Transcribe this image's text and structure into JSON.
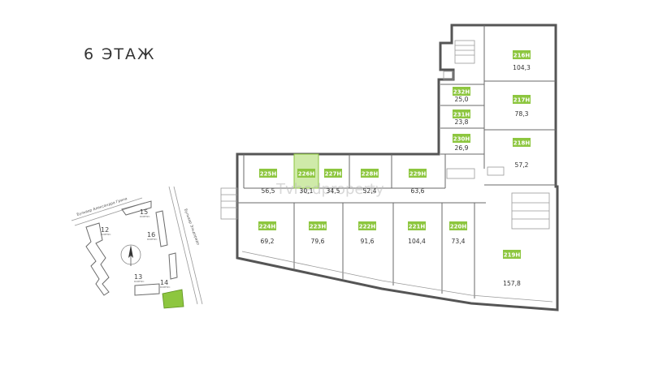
{
  "floor_title": "6 ЭТАЖ",
  "watermark": "Tvhedproperty",
  "colors": {
    "accent": "#8dc63f",
    "highlight": "#cfeaa9",
    "wall": "#555555"
  },
  "units": [
    {
      "id": "216Н",
      "area": "104,3"
    },
    {
      "id": "232Н",
      "area": "25,0"
    },
    {
      "id": "231Н",
      "area": "23,8"
    },
    {
      "id": "230Н",
      "area": "26,9"
    },
    {
      "id": "217Н",
      "area": "78,3"
    },
    {
      "id": "218Н",
      "area": "57,2"
    },
    {
      "id": "225Н",
      "area": "56,5"
    },
    {
      "id": "226Н",
      "area": "30,1"
    },
    {
      "id": "227Н",
      "area": "34,5"
    },
    {
      "id": "228Н",
      "area": "52,4"
    },
    {
      "id": "229Н",
      "area": "63,6"
    },
    {
      "id": "224Н",
      "area": "69,2"
    },
    {
      "id": "223Н",
      "area": "79,6"
    },
    {
      "id": "222Н",
      "area": "91,6"
    },
    {
      "id": "221Н",
      "area": "104,4"
    },
    {
      "id": "220Н",
      "area": "73,4"
    },
    {
      "id": "219Н",
      "area": "157,8"
    }
  ],
  "site_map": {
    "buildings": [
      {
        "num": "15",
        "sub": "КОРПУС"
      },
      {
        "num": "12",
        "sub": "КОРПУС"
      },
      {
        "num": "16",
        "sub": "КОРПУС"
      },
      {
        "num": "13",
        "sub": "КОРПУС"
      },
      {
        "num": "14",
        "sub": "КОРПУС"
      }
    ],
    "streets": [
      "Бульвар Александра Грина",
      "Бульвар Эльдорадо"
    ]
  }
}
